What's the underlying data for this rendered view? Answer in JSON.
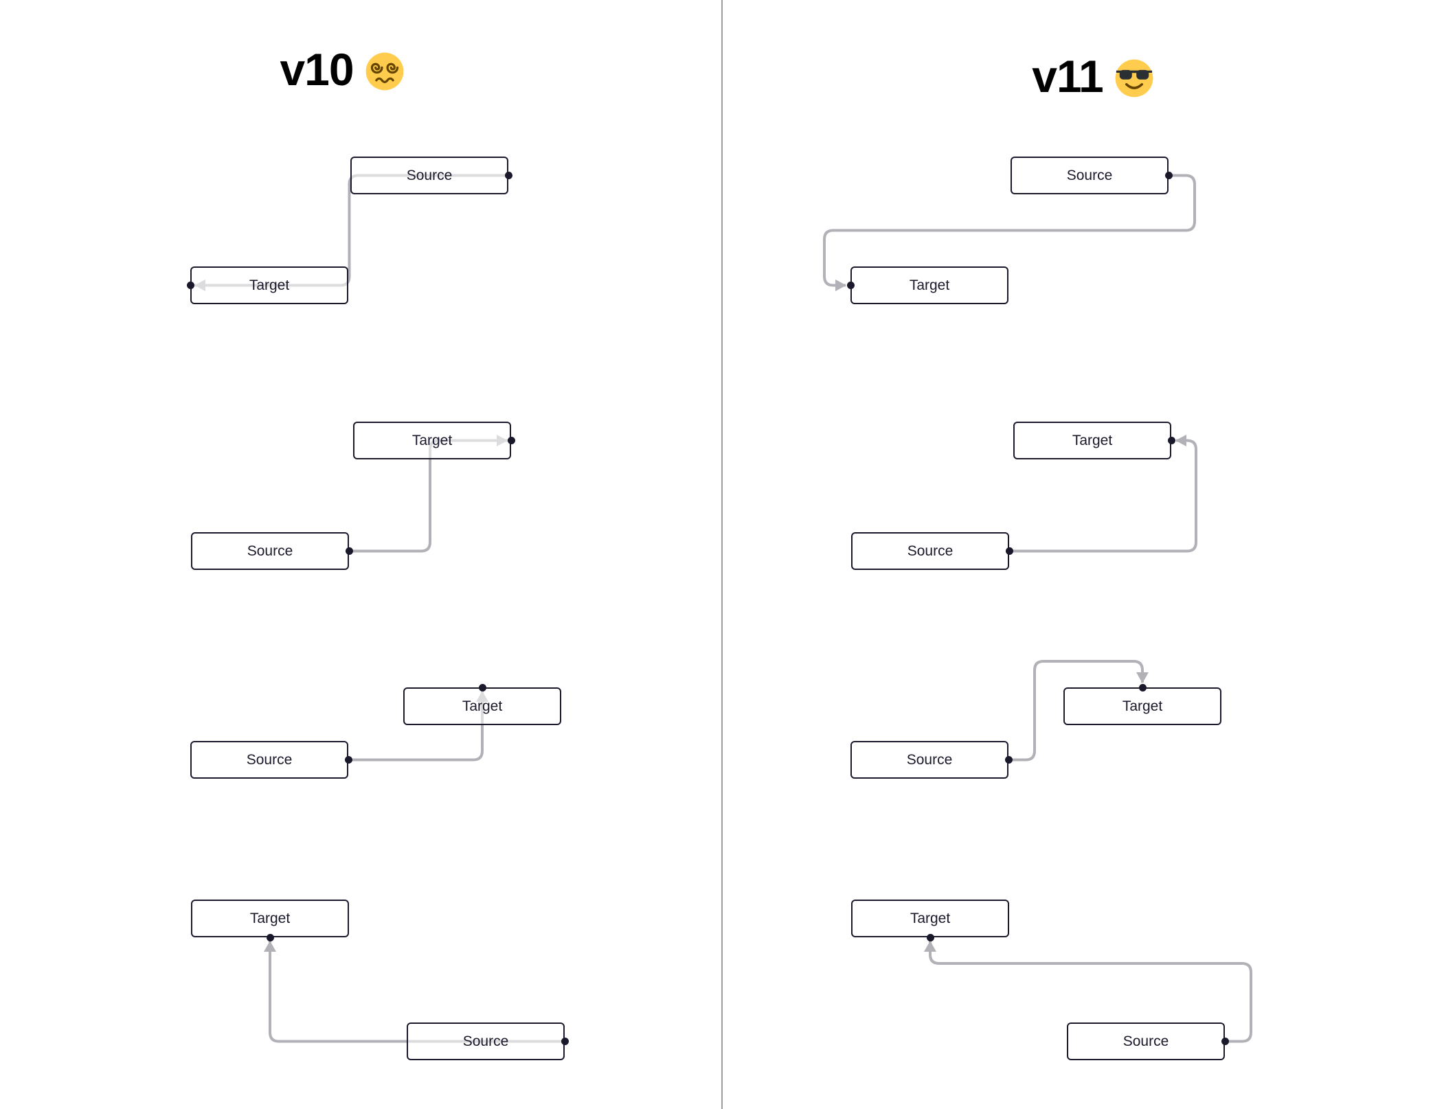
{
  "colors": {
    "background": "#ffffff",
    "edge": "#b1b1b7",
    "node_border": "#1a192b",
    "node_fill": "#ffffff",
    "handle": "#1a192b",
    "divider": "#9b9b9b",
    "title_text": "#000000",
    "emoji_face": "#FFCC4D",
    "emoji_detail": "#664500",
    "emoji_sunglasses": "#292F33"
  },
  "panels": [
    {
      "title": "v10",
      "emoji_char": "😵‍💫",
      "emoji_name": "dizzy-face-emoji",
      "pairs": [
        {
          "source_label": "Source",
          "target_label": "Target",
          "source_handle": "right",
          "target_handle": "left"
        },
        {
          "source_label": "Source",
          "target_label": "Target",
          "source_handle": "right",
          "target_handle": "right"
        },
        {
          "source_label": "Source",
          "target_label": "Target",
          "source_handle": "right",
          "target_handle": "top"
        },
        {
          "source_label": "Source",
          "target_label": "Target",
          "source_handle": "right",
          "target_handle": "bottom"
        }
      ]
    },
    {
      "title": "v11",
      "emoji_char": "😎",
      "emoji_name": "smiling-face-with-sunglasses-emoji",
      "pairs": [
        {
          "source_label": "Source",
          "target_label": "Target",
          "source_handle": "right",
          "target_handle": "left"
        },
        {
          "source_label": "Source",
          "target_label": "Target",
          "source_handle": "right",
          "target_handle": "right"
        },
        {
          "source_label": "Source",
          "target_label": "Target",
          "source_handle": "right",
          "target_handle": "top"
        },
        {
          "source_label": "Source",
          "target_label": "Target",
          "source_handle": "right",
          "target_handle": "bottom"
        }
      ]
    }
  ]
}
